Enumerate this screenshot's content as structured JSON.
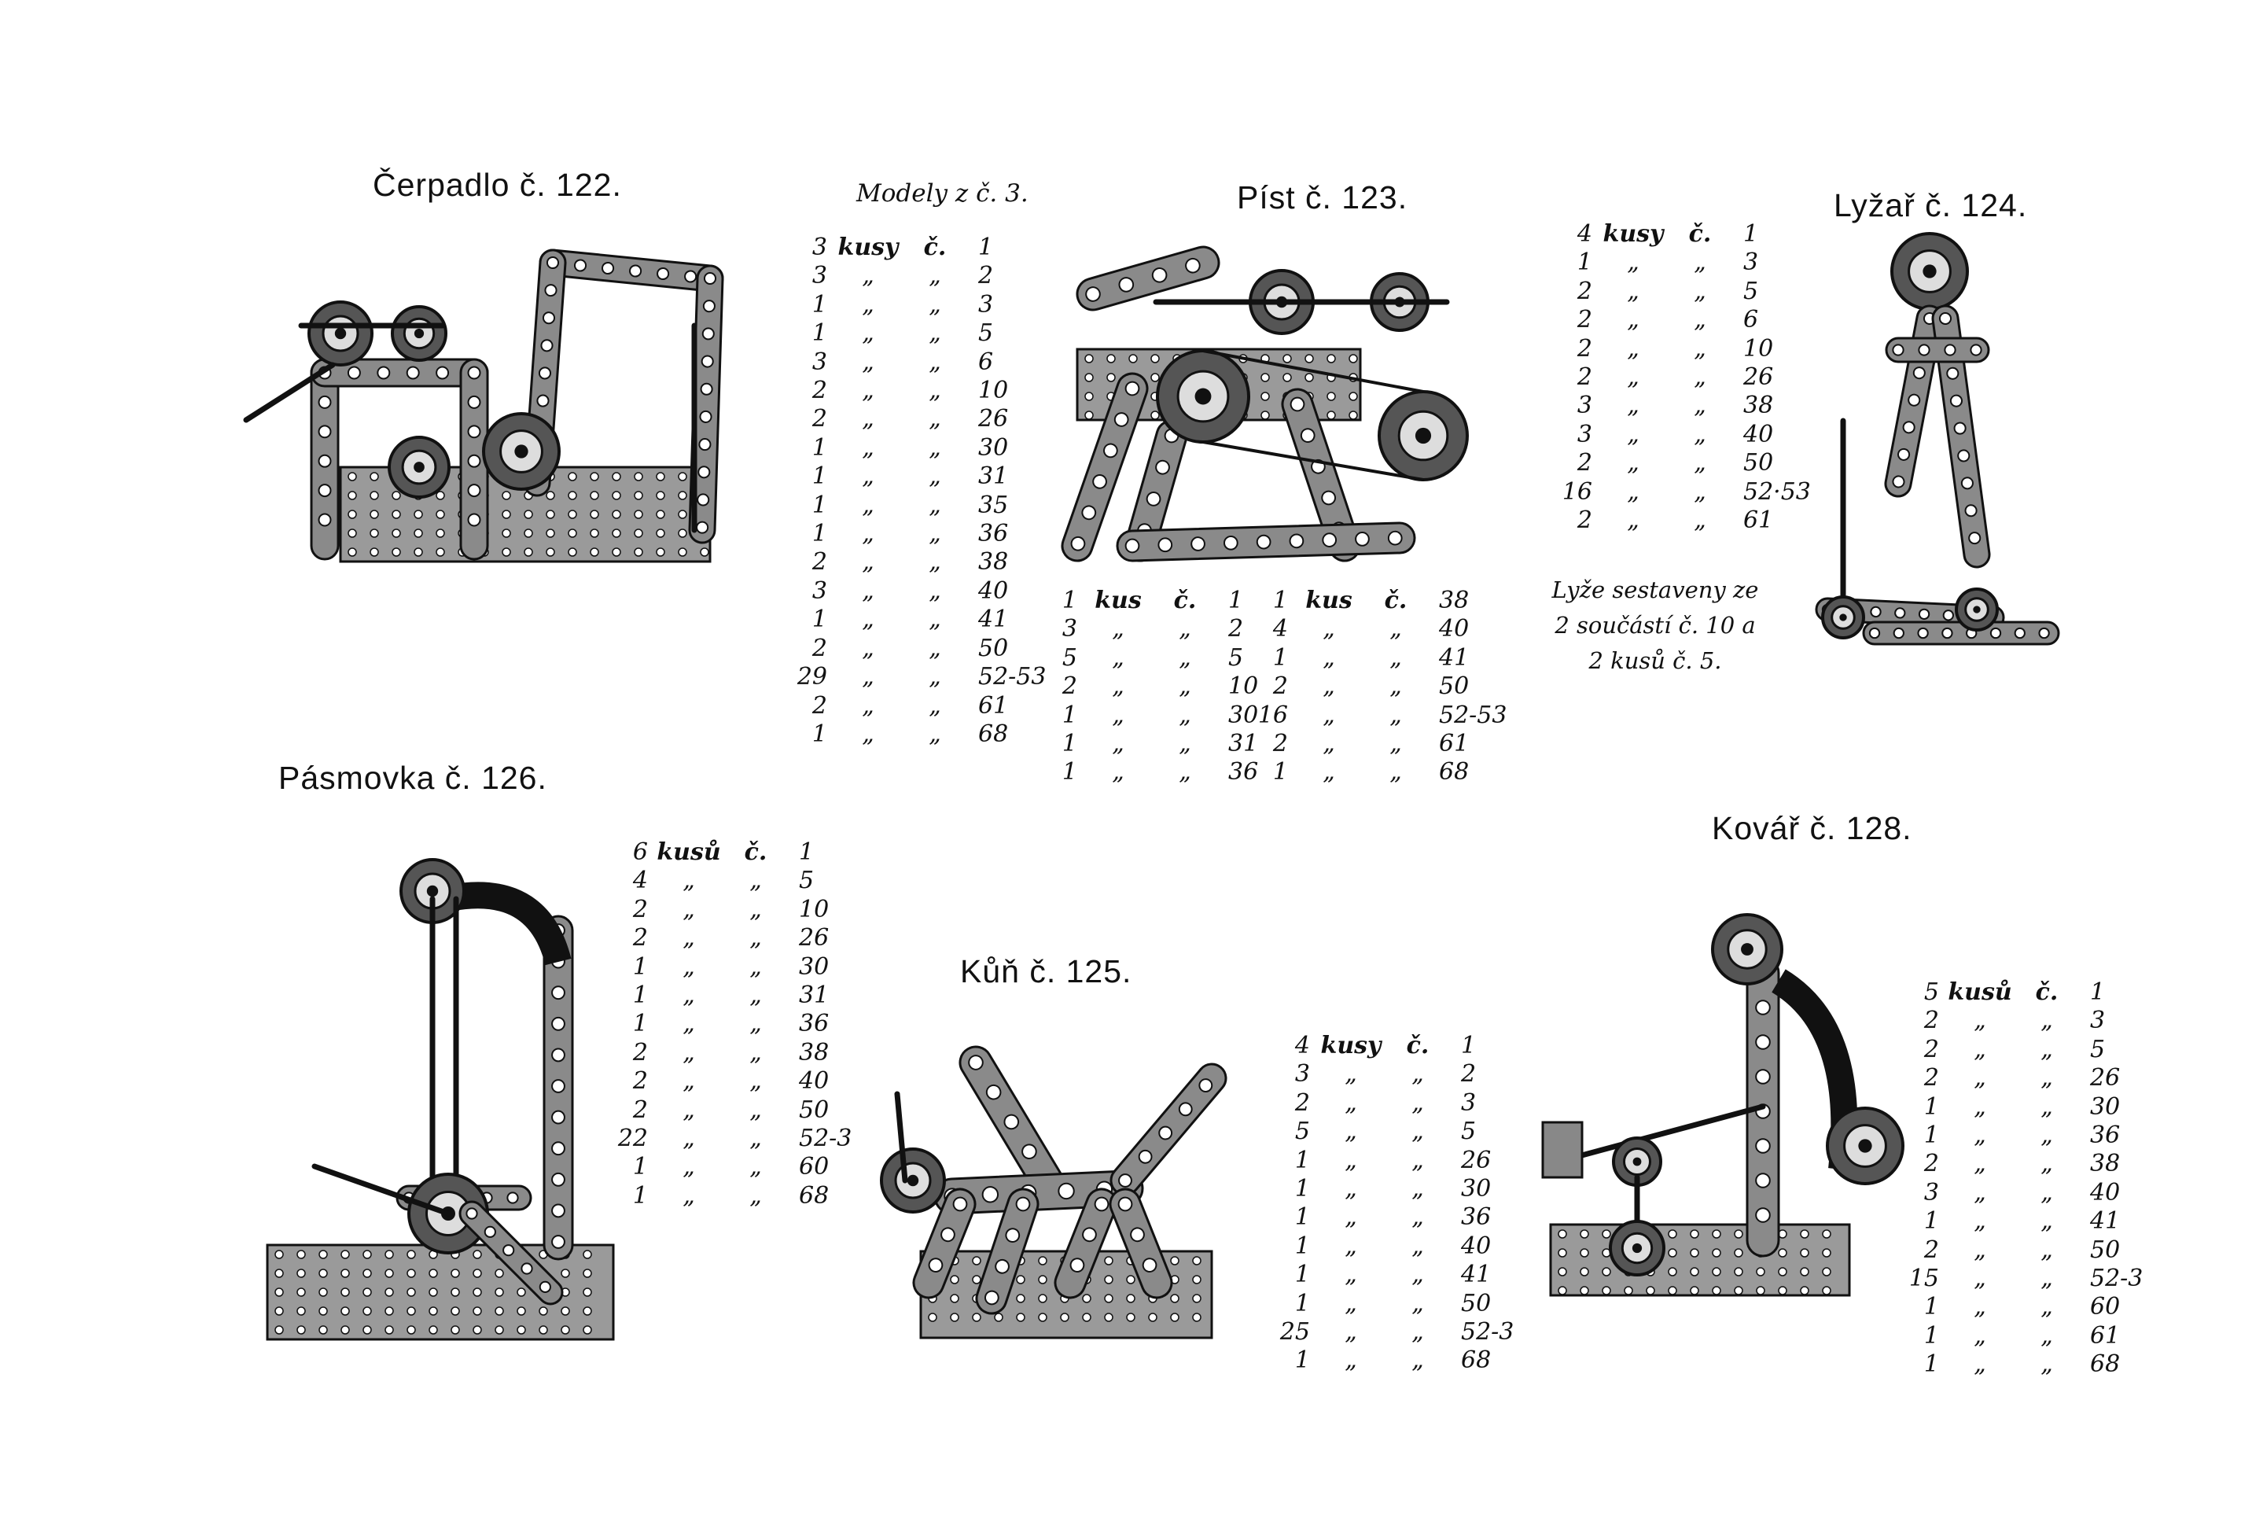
{
  "header": {
    "subtitle": "Modely z č. 3."
  },
  "models": {
    "cerpadlo": {
      "title": "Čerpadlo č. 122."
    },
    "pist": {
      "title": "Píst č. 123."
    },
    "lyzar": {
      "title": "Lyžař č. 124.",
      "note": [
        "Lyže sestaveny ze",
        "2 součástí č. 10 a",
        "2 kusů č. 5."
      ]
    },
    "pasmovka": {
      "title": "Pásmovka č. 126."
    },
    "kun": {
      "title": "Kůň č. 125."
    },
    "kovar": {
      "title": "Kovář č. 128."
    }
  },
  "tables": {
    "cerpadlo": [
      [
        "3",
        "kusy",
        "č.",
        "1"
      ],
      [
        "3",
        "„",
        "„",
        "2"
      ],
      [
        "1",
        "„",
        "„",
        "3"
      ],
      [
        "1",
        "„",
        "„",
        "5"
      ],
      [
        "3",
        "„",
        "„",
        "6"
      ],
      [
        "2",
        "„",
        "„",
        "10"
      ],
      [
        "2",
        "„",
        "„",
        "26"
      ],
      [
        "1",
        "„",
        "„",
        "30"
      ],
      [
        "1",
        "„",
        "„",
        "31"
      ],
      [
        "1",
        "„",
        "„",
        "35"
      ],
      [
        "1",
        "„",
        "„",
        "36"
      ],
      [
        "2",
        "„",
        "„",
        "38"
      ],
      [
        "3",
        "„",
        "„",
        "40"
      ],
      [
        "1",
        "„",
        "„",
        "41"
      ],
      [
        "2",
        "„",
        "„",
        "50"
      ],
      [
        "29",
        "„",
        "„",
        "52-53"
      ],
      [
        "2",
        "„",
        "„",
        "61"
      ],
      [
        "1",
        "„",
        "„",
        "68"
      ]
    ],
    "pist_a": [
      [
        "1",
        "kus",
        "č.",
        "1"
      ],
      [
        "3",
        "„",
        "„",
        "2"
      ],
      [
        "5",
        "„",
        "„",
        "5"
      ],
      [
        "2",
        "„",
        "„",
        "10"
      ],
      [
        "1",
        "„",
        "„",
        "30"
      ],
      [
        "1",
        "„",
        "„",
        "31"
      ],
      [
        "1",
        "„",
        "„",
        "36"
      ]
    ],
    "pist_b": [
      [
        "1",
        "kus",
        "č.",
        "38"
      ],
      [
        "4",
        "„",
        "„",
        "40"
      ],
      [
        "1",
        "„",
        "„",
        "41"
      ],
      [
        "2",
        "„",
        "„",
        "50"
      ],
      [
        "16",
        "„",
        "„",
        "52-53"
      ],
      [
        "2",
        "„",
        "„",
        "61"
      ],
      [
        "1",
        "„",
        "„",
        "68"
      ]
    ],
    "lyzar": [
      [
        "4",
        "kusy",
        "č.",
        "1"
      ],
      [
        "1",
        "„",
        "„",
        "3"
      ],
      [
        "2",
        "„",
        "„",
        "5"
      ],
      [
        "2",
        "„",
        "„",
        "6"
      ],
      [
        "2",
        "„",
        "„",
        "10"
      ],
      [
        "2",
        "„",
        "„",
        "26"
      ],
      [
        "3",
        "„",
        "„",
        "38"
      ],
      [
        "3",
        "„",
        "„",
        "40"
      ],
      [
        "2",
        "„",
        "„",
        "50"
      ],
      [
        "16",
        "„",
        "„",
        "52·53"
      ],
      [
        "2",
        "„",
        "„",
        "61"
      ]
    ],
    "pasmovka": [
      [
        "6",
        "kusů",
        "č.",
        "1"
      ],
      [
        "4",
        "„",
        "„",
        "5"
      ],
      [
        "2",
        "„",
        "„",
        "10"
      ],
      [
        "2",
        "„",
        "„",
        "26"
      ],
      [
        "1",
        "„",
        "„",
        "30"
      ],
      [
        "1",
        "„",
        "„",
        "31"
      ],
      [
        "1",
        "„",
        "„",
        "36"
      ],
      [
        "2",
        "„",
        "„",
        "38"
      ],
      [
        "2",
        "„",
        "„",
        "40"
      ],
      [
        "2",
        "„",
        "„",
        "50"
      ],
      [
        "22",
        "„",
        "„",
        "52-3"
      ],
      [
        "1",
        "„",
        "„",
        "60"
      ],
      [
        "1",
        "„",
        "„",
        "68"
      ]
    ],
    "kun": [
      [
        "4",
        "kusy",
        "č.",
        "1"
      ],
      [
        "3",
        "„",
        "„",
        "2"
      ],
      [
        "2",
        "„",
        "„",
        "3"
      ],
      [
        "5",
        "„",
        "„",
        "5"
      ],
      [
        "1",
        "„",
        "„",
        "26"
      ],
      [
        "1",
        "„",
        "„",
        "30"
      ],
      [
        "1",
        "„",
        "„",
        "36"
      ],
      [
        "1",
        "„",
        "„",
        "40"
      ],
      [
        "1",
        "„",
        "„",
        "41"
      ],
      [
        "1",
        "„",
        "„",
        "50"
      ],
      [
        "25",
        "„",
        "„",
        "52-3"
      ],
      [
        "1",
        "„",
        "„",
        "68"
      ]
    ],
    "kovar": [
      [
        "5",
        "kusů",
        "č.",
        "1"
      ],
      [
        "2",
        "„",
        "„",
        "3"
      ],
      [
        "2",
        "„",
        "„",
        "5"
      ],
      [
        "2",
        "„",
        "„",
        "26"
      ],
      [
        "1",
        "„",
        "„",
        "30"
      ],
      [
        "1",
        "„",
        "„",
        "36"
      ],
      [
        "2",
        "„",
        "„",
        "38"
      ],
      [
        "3",
        "„",
        "„",
        "40"
      ],
      [
        "1",
        "„",
        "„",
        "41"
      ],
      [
        "2",
        "„",
        "„",
        "50"
      ],
      [
        "15",
        "„",
        "„",
        "52-3"
      ],
      [
        "1",
        "„",
        "„",
        "60"
      ],
      [
        "1",
        "„",
        "„",
        "61"
      ],
      [
        "1",
        "„",
        "„",
        "68"
      ]
    ]
  }
}
